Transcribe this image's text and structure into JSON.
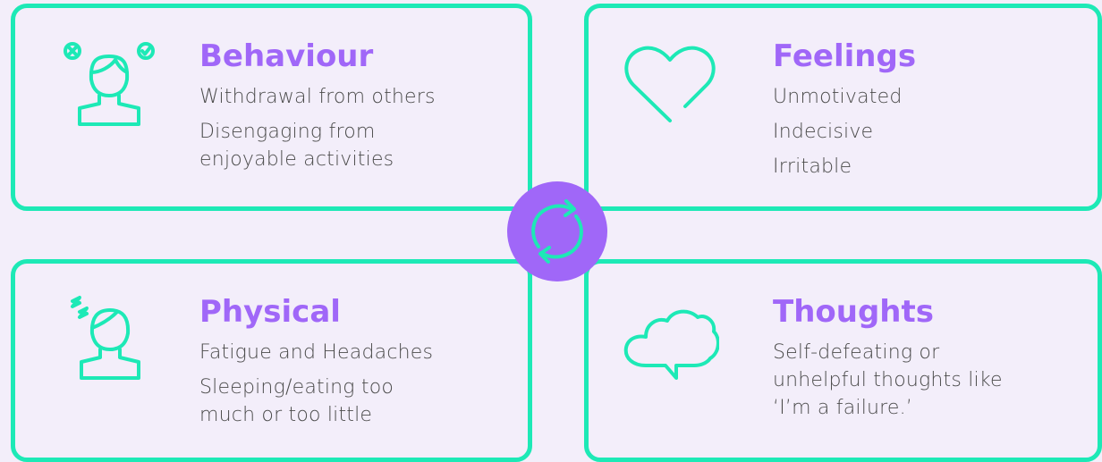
{
  "colors": {
    "accent": "#1de9b6",
    "title": "#a067f8",
    "text": "#4c4c4c",
    "background": "#f3eefa"
  },
  "cards": [
    {
      "id": "behaviour",
      "icon": "person-decision-icon",
      "title": "Behaviour",
      "lines": [
        "Withdrawal from others",
        "Disengaging from\nenjoyable activities"
      ]
    },
    {
      "id": "feelings",
      "icon": "heart-icon",
      "title": "Feelings",
      "lines": [
        "Unmotivated",
        "Indecisive",
        "Irritable"
      ]
    },
    {
      "id": "physical",
      "icon": "tired-person-icon",
      "title": "Physical",
      "lines": [
        "Fatigue and Headaches",
        "Sleeping/eating too\nmuch or too little"
      ]
    },
    {
      "id": "thoughts",
      "icon": "thought-cloud-icon",
      "title": "Thoughts",
      "lines": [
        "Self-defeating or\nunhelpful thoughts like\n‘I’m a failure.’"
      ]
    }
  ],
  "center_icon": "cycle-arrows-icon"
}
